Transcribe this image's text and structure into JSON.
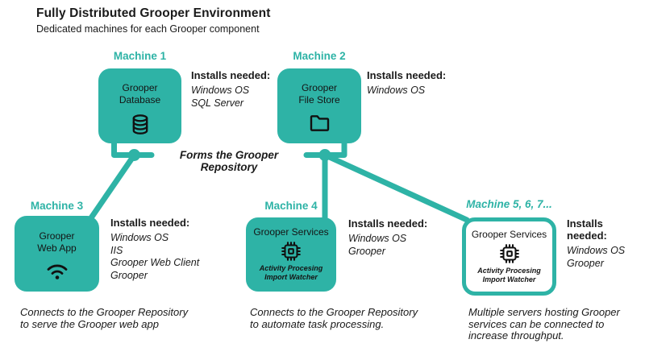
{
  "colors": {
    "accent": "#2eb3a6",
    "text": "#1a1a1a"
  },
  "header": {
    "title": "Fully Distributed Grooper Environment",
    "subtitle": "Dedicated machines for each Grooper component"
  },
  "repository_label": "Forms the Grooper Repository",
  "machines": [
    {
      "name": "Machine 1",
      "component_lines": [
        "Grooper",
        "Database"
      ],
      "icon": "database-icon",
      "installs_heading": "Installs needed:",
      "installs": [
        "Windows OS",
        "SQL Server"
      ]
    },
    {
      "name": "Machine 2",
      "component_lines": [
        "Grooper",
        "File Store"
      ],
      "icon": "folder-icon",
      "installs_heading": "Installs needed:",
      "installs": [
        "Windows OS"
      ]
    },
    {
      "name": "Machine 3",
      "component_lines": [
        "Grooper",
        "Web App"
      ],
      "icon": "wifi-icon",
      "installs_heading": "Installs needed:",
      "installs": [
        "Windows OS",
        "IIS",
        "Grooper Web Client",
        "Grooper"
      ],
      "caption_lines": [
        "Connects to the Grooper Repository",
        "to serve the Grooper web app"
      ]
    },
    {
      "name": "Machine 4",
      "component_lines": [
        "Grooper Services"
      ],
      "icon": "chip-icon",
      "services_lines": [
        "Activity Procesing",
        "Import Watcher"
      ],
      "installs_heading": "Installs needed:",
      "installs": [
        "Windows OS",
        "Grooper"
      ],
      "caption_lines": [
        "Connects to the Grooper Repository",
        "to automate task processing."
      ]
    },
    {
      "name": "Machine 5, 6, 7...",
      "component_lines": [
        "Grooper Services"
      ],
      "icon": "chip-icon",
      "services_lines": [
        "Activity Procesing",
        "Import Watcher"
      ],
      "installs_heading": "Installs needed:",
      "installs": [
        "Windows OS",
        "Grooper"
      ],
      "caption_lines": [
        "Multiple servers hosting Grooper",
        "services can be connected to",
        "increase throughput."
      ]
    }
  ]
}
